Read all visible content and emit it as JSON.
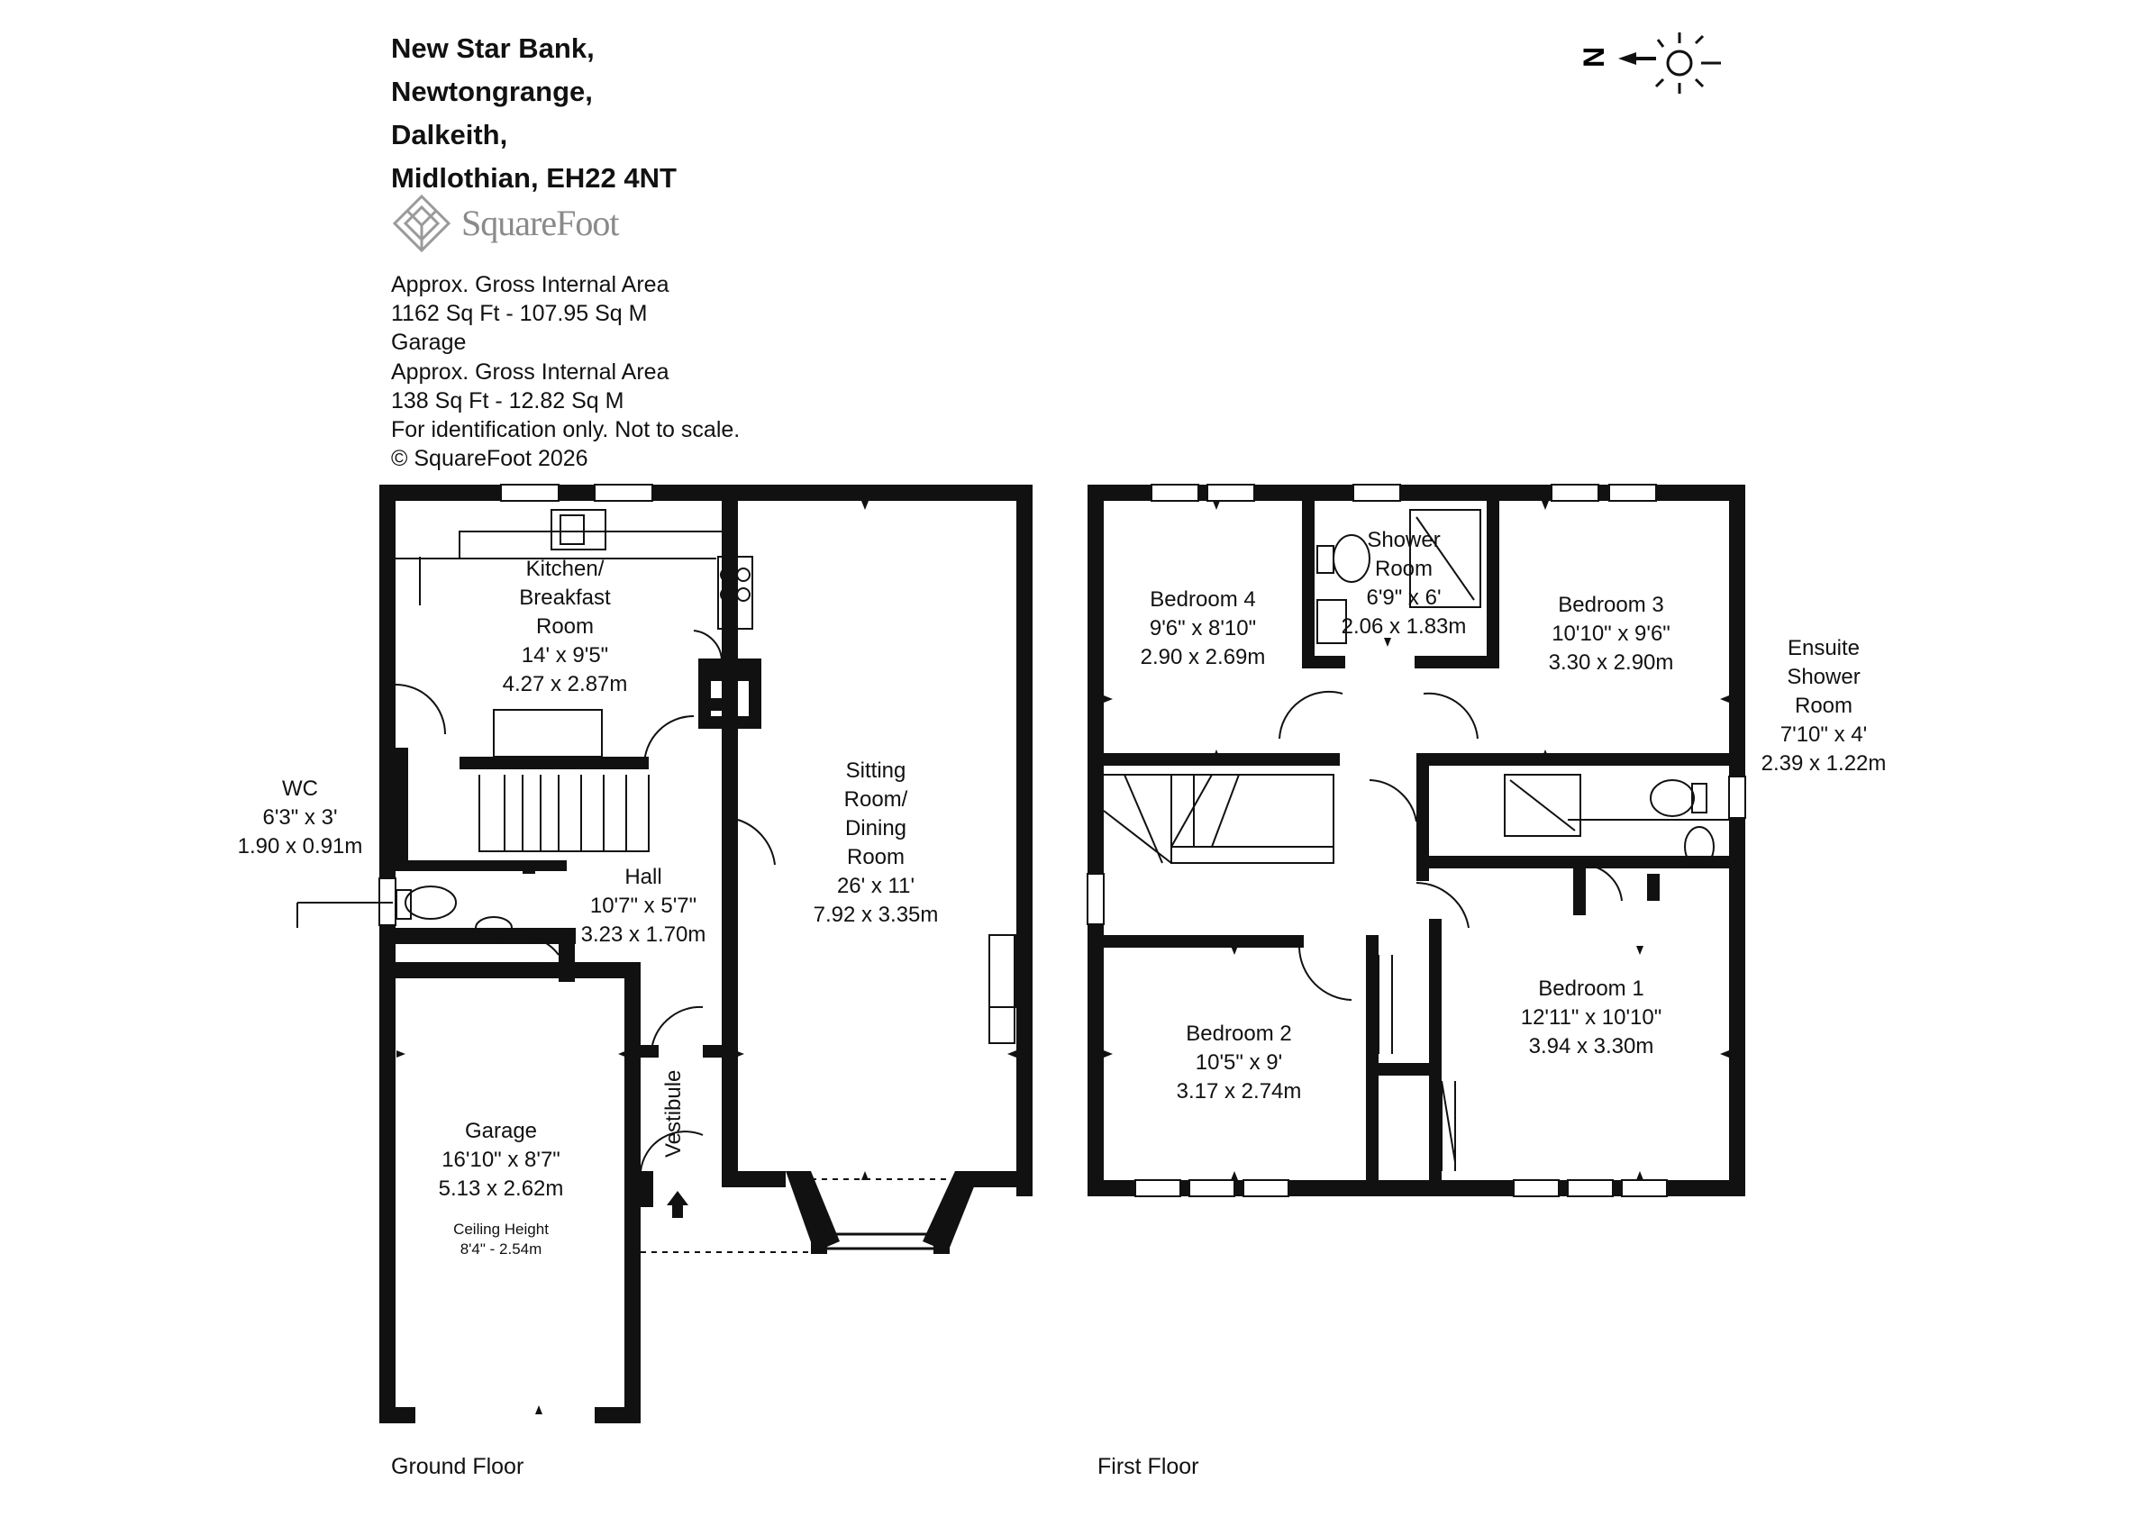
{
  "address": [
    "New Star Bank,",
    "Newtongrange,",
    "Dalkeith,",
    "Midlothian, EH22 4NT"
  ],
  "brand": {
    "name": "SquareFoot",
    "logo_icon": "squarefoot-diamond-logo"
  },
  "info": [
    "Approx. Gross Internal Area",
    "1162 Sq Ft  -  107.95 Sq M",
    "Garage",
    "Approx. Gross Internal Area",
    "138 Sq Ft  -  12.82 Sq M",
    "For identification only. Not to scale.",
    "© SquareFoot 2026"
  ],
  "compass": {
    "label": "N",
    "icon": "north-arrow-sun-icon"
  },
  "floors": {
    "ground": "Ground Floor",
    "first": "First Floor"
  },
  "rooms": {
    "kitchen": {
      "name": [
        "Kitchen/",
        "Breakfast",
        "Room"
      ],
      "imperial": "14' x 9'5\"",
      "metric": "4.27 x 2.87m"
    },
    "wc": {
      "name": [
        "WC"
      ],
      "imperial": "6'3\" x 3'",
      "metric": "1.90 x 0.91m"
    },
    "hall": {
      "name": [
        "Hall"
      ],
      "imperial": "10'7\" x 5'7\"",
      "metric": "3.23 x 1.70m"
    },
    "sitting": {
      "name": [
        "Sitting",
        "Room/",
        "Dining",
        "Room"
      ],
      "imperial": "26' x 11'",
      "metric": "7.92 x 3.35m"
    },
    "garage": {
      "name": [
        "Garage"
      ],
      "imperial": "16'10\" x 8'7\"",
      "metric": "5.13 x 2.62m",
      "ceiling_label": "Ceiling Height",
      "ceiling_value": "8'4\" - 2.54m"
    },
    "vestibule": {
      "name": [
        "Vestibule"
      ]
    },
    "bedroom4": {
      "name": [
        "Bedroom 4"
      ],
      "imperial": "9'6\" x 8'10\"",
      "metric": "2.90 x 2.69m"
    },
    "shower": {
      "name": [
        "Shower",
        "Room"
      ],
      "imperial": "6'9\" x 6'",
      "metric": "2.06 x 1.83m"
    },
    "bedroom3": {
      "name": [
        "Bedroom 3"
      ],
      "imperial": "10'10\" x 9'6\"",
      "metric": "3.30 x 2.90m"
    },
    "ensuite": {
      "name": [
        "Ensuite",
        "Shower",
        "Room"
      ],
      "imperial": "7'10\" x 4'",
      "metric": "2.39 x 1.22m"
    },
    "bedroom2": {
      "name": [
        "Bedroom 2"
      ],
      "imperial": "10'5\" x 9'",
      "metric": "3.17 x 2.74m"
    },
    "bedroom1": {
      "name": [
        "Bedroom 1"
      ],
      "imperial": "12'11\" x 10'10\"",
      "metric": "3.94 x 3.30m"
    }
  }
}
